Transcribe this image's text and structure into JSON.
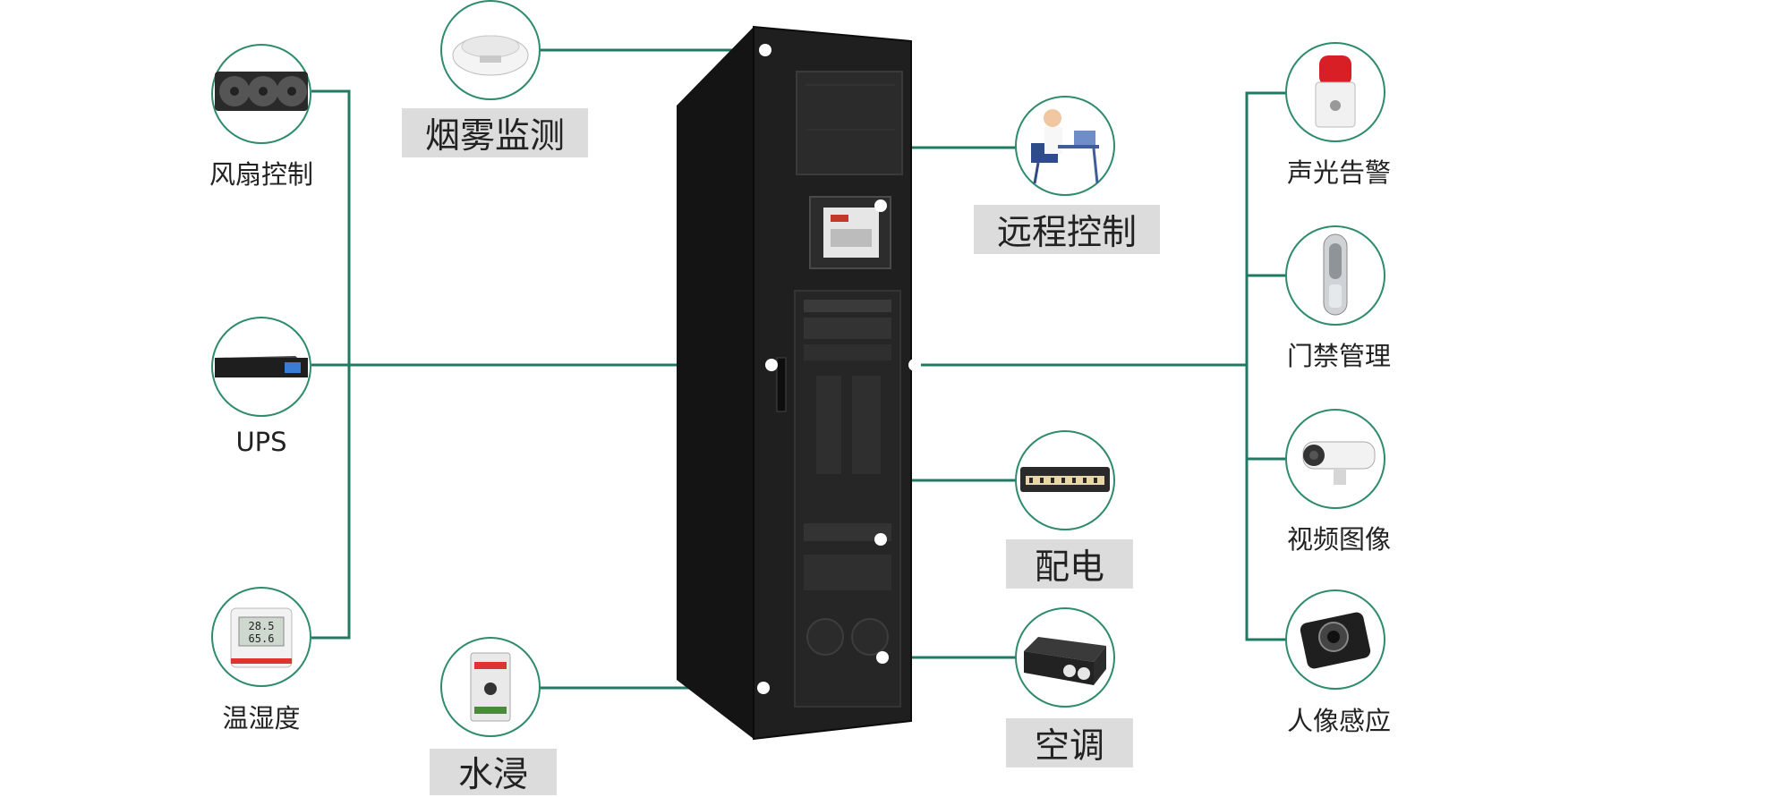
{
  "labels": {
    "fan": "风扇控制",
    "ups": "UPS",
    "temp": "温湿度",
    "smoke": "烟雾监测",
    "water": "水浸",
    "remote": "远程控制",
    "power": "配电",
    "aircon": "空调",
    "alarm": "声光告警",
    "access": "门禁管理",
    "video": "视频图像",
    "face": "人像感应"
  },
  "colors": {
    "connector": "#1f7a63",
    "circle_border": "#2e8b6e",
    "label_box": "#dcdcdc",
    "cabinet": "#1b1b1b"
  },
  "icons": {
    "fan": "fan-module-icon",
    "ups": "ups-unit-icon",
    "temp": "hygrometer-icon",
    "smoke": "smoke-detector-icon",
    "water": "water-sensor-icon",
    "remote": "operator-at-desk-icon",
    "power": "power-strip-icon",
    "aircon": "air-conditioner-icon",
    "alarm": "alarm-siren-icon",
    "access": "door-lock-icon",
    "video": "bullet-camera-icon",
    "face": "face-sensor-icon"
  }
}
